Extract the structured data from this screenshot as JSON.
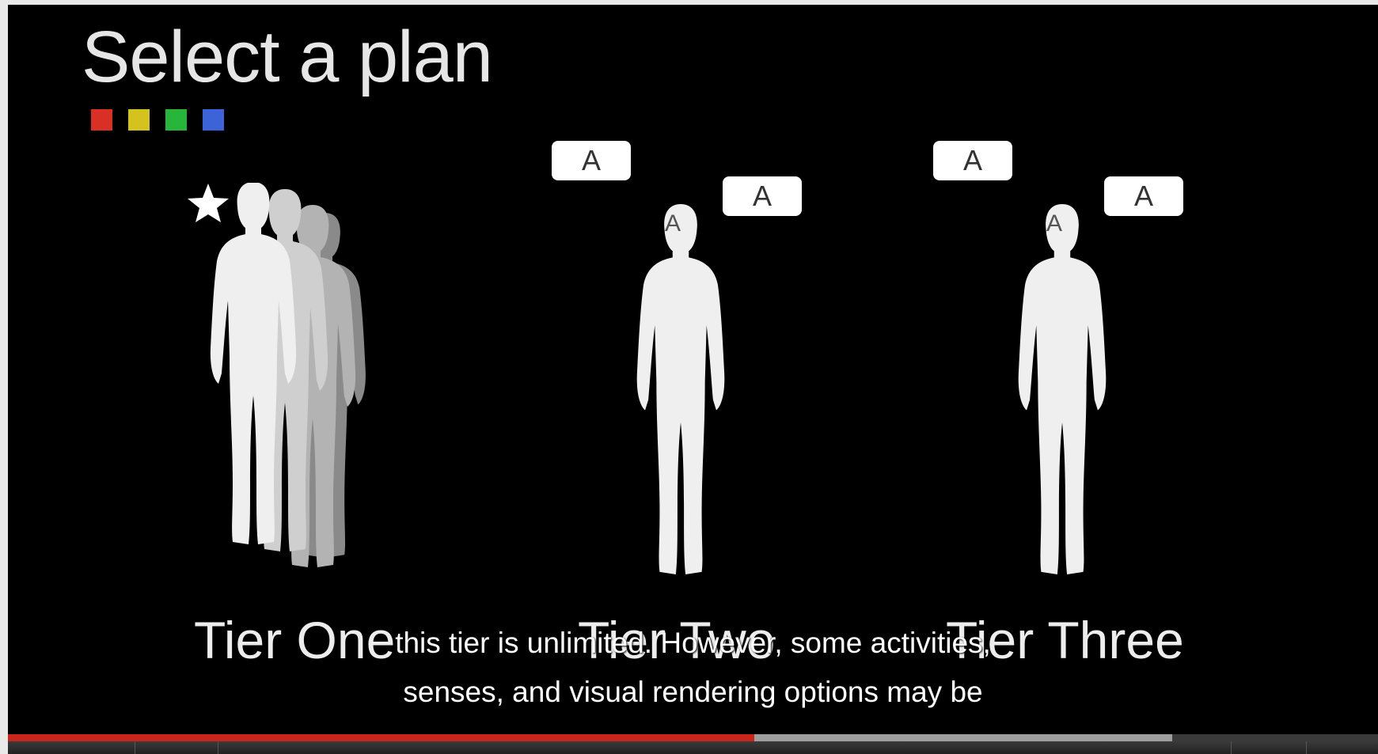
{
  "slide": {
    "title": "Select a plan",
    "swatch_colors": [
      "#d93025",
      "#d4c21e",
      "#27b53a",
      "#3d63d8"
    ],
    "tiers": [
      {
        "label": "Tier One",
        "badge": ""
      },
      {
        "label": "Tier Two",
        "badge": "A"
      },
      {
        "label": "Tier Three",
        "badge": "A"
      }
    ]
  },
  "captions": [
    "this tier is unlimited. However, some activities,",
    "senses, and visual rendering options may be"
  ],
  "player": {
    "played_fraction": 0.545,
    "buffered_fraction": 0.85,
    "played_color": "#c8261a",
    "buffered_color": "#9e9e9e"
  },
  "icons": {
    "favorite": "star-icon"
  }
}
